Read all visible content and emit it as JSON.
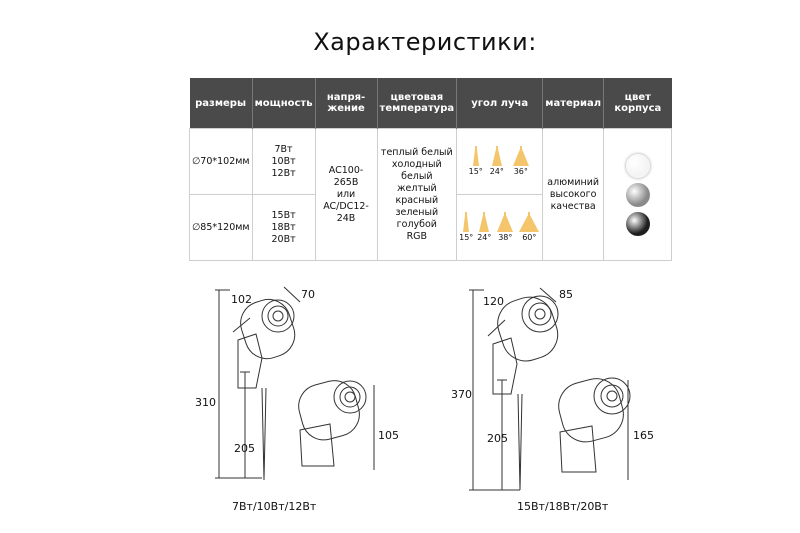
{
  "title": "Характеристики:",
  "table": {
    "headers": [
      "размеры",
      "мощность",
      "напря-\nжение",
      "цветовая\nтемпература",
      "угол луча",
      "материал",
      "цвет\nкорпуса"
    ],
    "sizes": [
      "∅70*102мм",
      "∅85*120мм"
    ],
    "power": [
      [
        "7Вт",
        "10Вт",
        "12Вт"
      ],
      [
        "15Вт",
        "18Вт",
        "20Вт"
      ]
    ],
    "voltage": [
      "AC100-265В",
      "или",
      "AC/DC12-24В"
    ],
    "color_temp": [
      "теплый белый",
      "холодный",
      "белый",
      "желтый",
      "красный",
      "зеленый",
      "голубой",
      "RGB"
    ],
    "beam_small": [
      "15°",
      "24°",
      "36°"
    ],
    "beam_large": [
      "15°",
      "24°",
      "38°",
      "60°"
    ],
    "material": [
      "алюминий",
      "высокого",
      "качества"
    ],
    "body_colors": [
      "#f4f4f4",
      "#8a8a8a",
      "#1e1e1e"
    ]
  },
  "left_drawing": {
    "d1": "102",
    "d2": "70",
    "height_total": "310",
    "spike": "205",
    "small_height": "105",
    "caption": "7Вт/10Вт/12Вт"
  },
  "right_drawing": {
    "d1": "120",
    "d2": "85",
    "height_total": "370",
    "spike": "205",
    "small_height": "165",
    "caption": "15Вт/18Вт/20Вт"
  }
}
